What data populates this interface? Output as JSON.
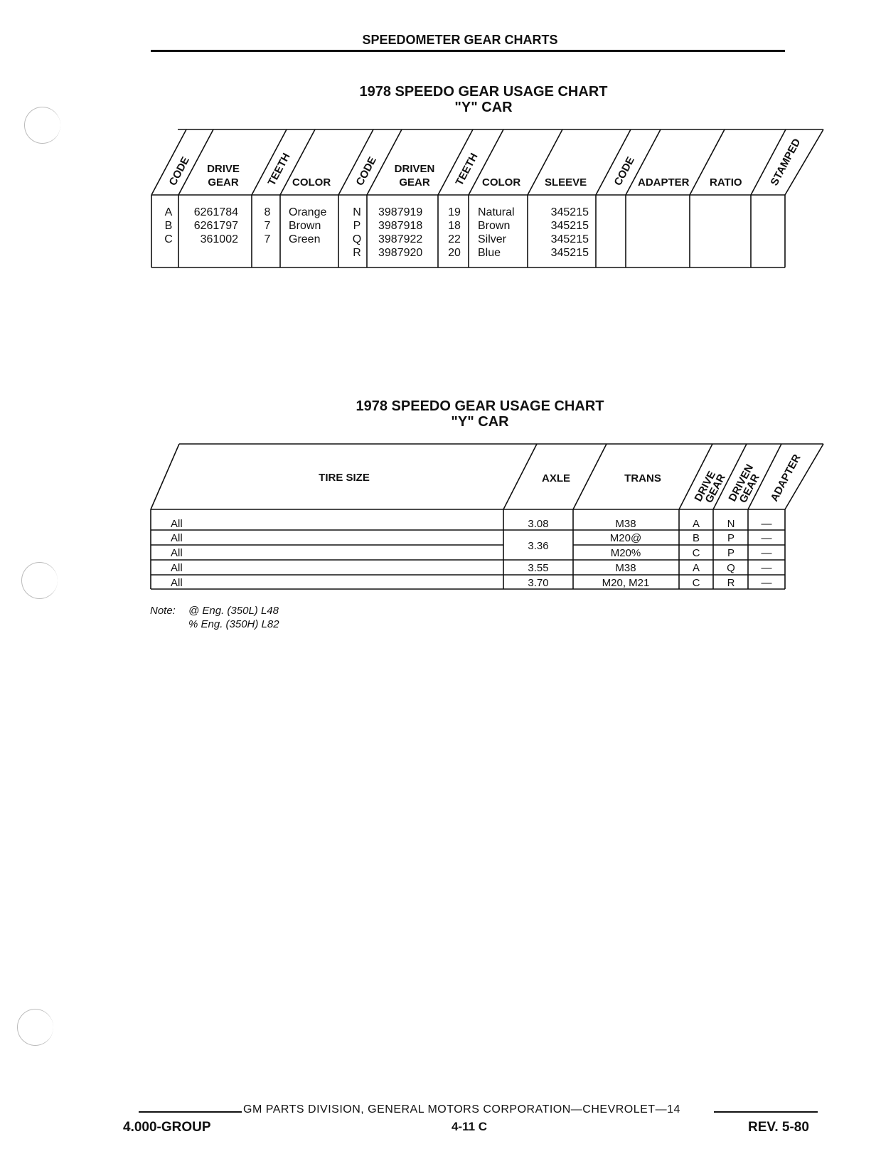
{
  "page": {
    "header": "SPEEDOMETER GEAR CHARTS",
    "chart1": {
      "title": "1978 SPEEDO GEAR USAGE CHART",
      "subtitle": "\"Y\" CAR",
      "headers": {
        "code1": "CODE",
        "drive_gear_l1": "DRIVE",
        "drive_gear_l2": "GEAR",
        "teeth1": "TEETH",
        "color1": "COLOR",
        "code2": "CODE",
        "driven_gear_l1": "DRIVEN",
        "driven_gear_l2": "GEAR",
        "teeth2": "TEETH",
        "color2": "COLOR",
        "sleeve": "SLEEVE",
        "code3": "CODE",
        "adapter": "ADAPTER",
        "ratio": "RATIO",
        "stamped": "STAMPED"
      },
      "drive_rows": [
        {
          "code": "A",
          "gear": "6261784",
          "teeth": "8",
          "color": "Orange"
        },
        {
          "code": "B",
          "gear": "6261797",
          "teeth": "7",
          "color": "Brown"
        },
        {
          "code": "C",
          "gear": "361002",
          "teeth": "7",
          "color": "Green"
        }
      ],
      "driven_rows": [
        {
          "code": "N",
          "gear": "3987919",
          "teeth": "19",
          "color": "Natural",
          "sleeve": "345215"
        },
        {
          "code": "P",
          "gear": "3987918",
          "teeth": "18",
          "color": "Brown",
          "sleeve": "345215"
        },
        {
          "code": "Q",
          "gear": "3987922",
          "teeth": "22",
          "color": "Silver",
          "sleeve": "345215"
        },
        {
          "code": "R",
          "gear": "3987920",
          "teeth": "20",
          "color": "Blue",
          "sleeve": "345215"
        }
      ]
    },
    "chart2": {
      "title": "1978 SPEEDO GEAR USAGE CHART",
      "subtitle": "\"Y\" CAR",
      "headers": {
        "tire_size": "TIRE SIZE",
        "axle": "AXLE",
        "trans": "TRANS",
        "drive_gear_l1": "DRIVE",
        "drive_gear_l2": "GEAR",
        "driven_gear_l1": "DRIVEN",
        "driven_gear_l2": "GEAR",
        "adapter": "ADAPTER"
      },
      "rows": [
        {
          "tire": "All",
          "axle": "3.08",
          "trans": "M38",
          "drive": "A",
          "driven": "N",
          "adapter": "—"
        },
        {
          "tire": "All",
          "axle": "3.36",
          "trans": "M20@",
          "drive": "B",
          "driven": "P",
          "adapter": "—"
        },
        {
          "tire": "All",
          "axle": "",
          "trans": "M20%",
          "drive": "C",
          "driven": "P",
          "adapter": "—"
        },
        {
          "tire": "All",
          "axle": "3.55",
          "trans": "M38",
          "drive": "A",
          "driven": "Q",
          "adapter": "—"
        },
        {
          "tire": "All",
          "axle": "3.70",
          "trans": "M20, M21",
          "drive": "C",
          "driven": "R",
          "adapter": "—"
        }
      ],
      "note_label": "Note:",
      "note_line1": "@ Eng. (350L) L48",
      "note_line2": "% Eng. (350H) L82"
    },
    "footer": {
      "center_line": "GM PARTS DIVISION, GENERAL MOTORS CORPORATION—CHEVROLET—14",
      "left": "4.000-GROUP",
      "center": "4-11 C",
      "right": "REV. 5-80"
    }
  }
}
